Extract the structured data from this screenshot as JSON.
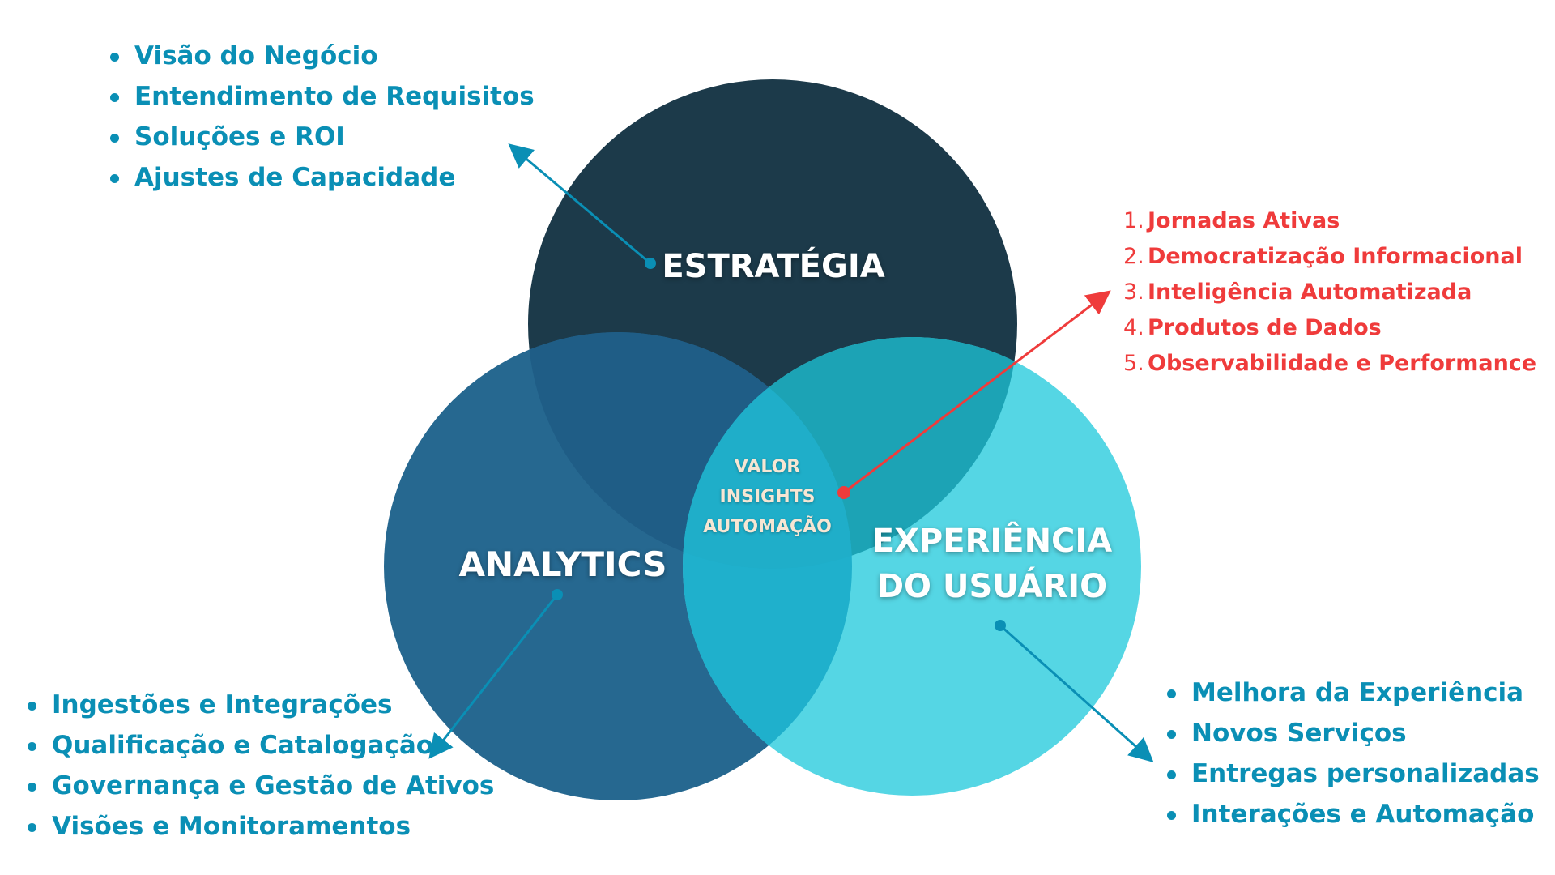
{
  "colors": {
    "strategy_circle": "#1c3a4a",
    "analytics_circle": "#266890",
    "experience_circle": "#55d6e4",
    "list_text": "#0a8fb5",
    "highlight_text": "#ef3b3b",
    "center_text": "#f7e6d3"
  },
  "circles": {
    "strategy": {
      "label": "ESTRATÉGIA"
    },
    "analytics": {
      "label": "ANALYTICS"
    },
    "experience": {
      "label_line1": "EXPERIÊNCIA",
      "label_line2": "DO USUÁRIO"
    }
  },
  "center": {
    "lines": [
      "VALOR",
      "INSIGHTS",
      "AUTOMAÇÃO"
    ]
  },
  "strategy_items": [
    "Visão do Negócio",
    "Entendimento de Requisitos",
    "Soluções e ROI",
    "Ajustes de Capacidade"
  ],
  "analytics_items": [
    "Ingestões e Integrações",
    "Qualificação e Catalogação",
    "Governança e Gestão de Ativos",
    "Visões e Monitoramentos"
  ],
  "experience_items": [
    "Melhora da Experiência",
    "Novos Serviços",
    "Entregas personalizadas",
    "Interações e Automação"
  ],
  "center_items": [
    {
      "num": "1.",
      "text": "Jornadas Ativas"
    },
    {
      "num": "2.",
      "text": "Democratização Informacional"
    },
    {
      "num": "3.",
      "text": "Inteligência Automatizada"
    },
    {
      "num": "4.",
      "text": "Produtos de Dados"
    },
    {
      "num": "5.",
      "text": "Observabilidade e Performance"
    }
  ]
}
